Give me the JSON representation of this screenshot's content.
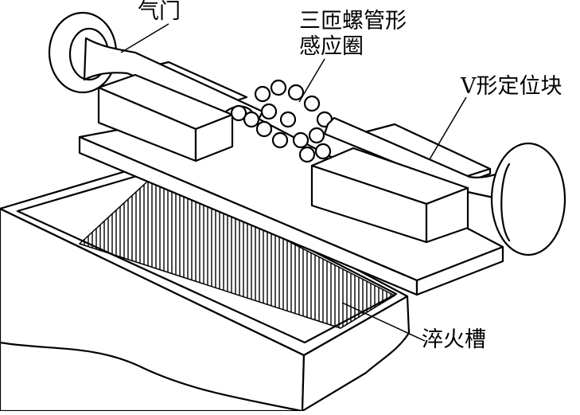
{
  "labels": {
    "valve": "气门",
    "coil_line1": "三匝螺管形",
    "coil_line2": "感应圈",
    "v_block": "V形定位块",
    "quench_tank": "淬火槽"
  },
  "colors": {
    "stroke": "#000000",
    "background": "#ffffff"
  }
}
